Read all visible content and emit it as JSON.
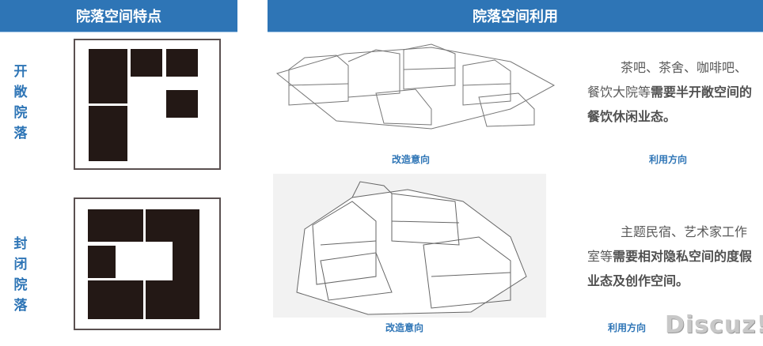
{
  "header": {
    "left_title": "院落空间特点",
    "right_title": "院落空间利用"
  },
  "courtyards": [
    {
      "label": "开\n敞\n院\n落",
      "description_plain": "茶吧、茶舍、咖啡吧、餐饮大院等",
      "description_bold": "需要半开敞空间的餐饮休闲业态。",
      "caption_image": "改造意向",
      "caption_use": "利用方向"
    },
    {
      "label": "封\n闭\n院\n落",
      "description_plain": "主题民宿、艺术家工作室等",
      "description_bold": "需要相对隐私空间的度假业态及创作空间。",
      "caption_image": "改造意向",
      "caption_use": "利用方向"
    }
  ],
  "watermark": "Discuz!",
  "colors": {
    "accent": "#2e75b6",
    "block": "#231815"
  }
}
